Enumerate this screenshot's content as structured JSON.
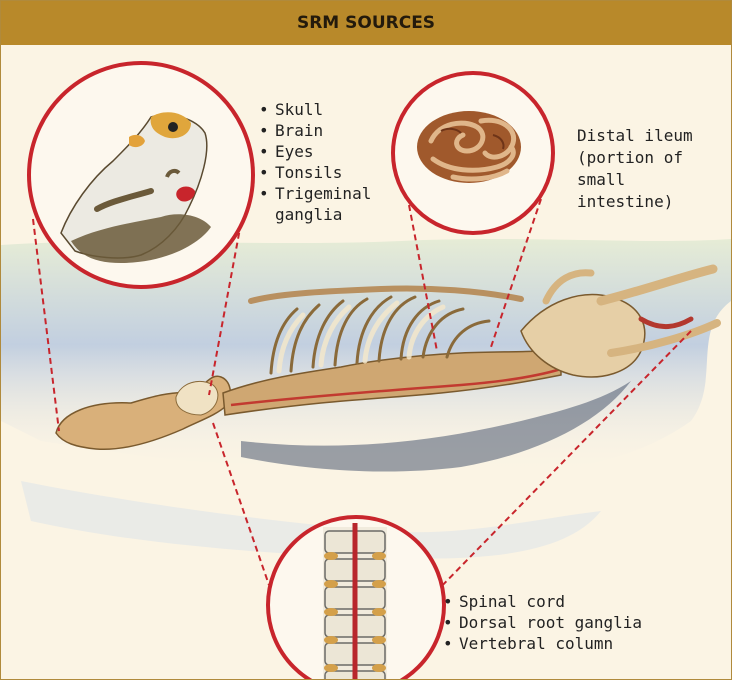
{
  "header": {
    "title": "SRM SOURCES"
  },
  "head_sources": [
    "Skull",
    "Brain",
    "Eyes",
    "Tonsils",
    "Trigeminal ganglia"
  ],
  "ileum_label": "Distal ileum\n(portion of\nsmall intestine)",
  "spine_sources": [
    "Spinal cord",
    "Dorsal root ganglia",
    "Vertebral column"
  ],
  "colors": {
    "header_bg": "#b8892a",
    "callout_ring": "#c8252c",
    "background": "#fbf4e4"
  }
}
